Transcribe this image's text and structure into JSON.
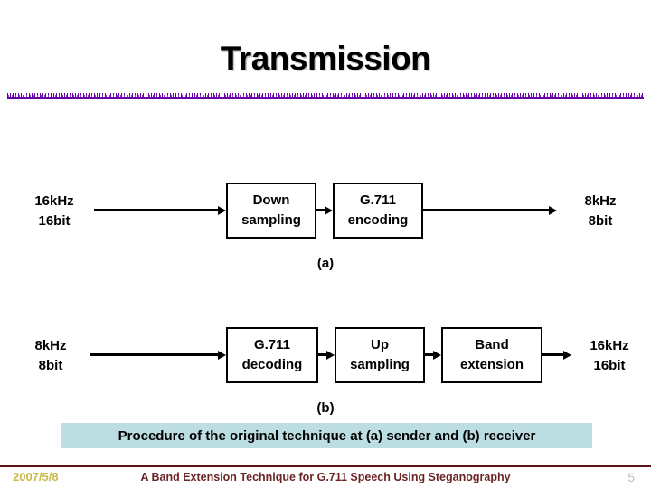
{
  "slide": {
    "title": "Transmission",
    "page_number": "5"
  },
  "colors": {
    "divider": "#6600AA",
    "caption_background": "#BCDDE2",
    "footer_rule": "#5B1111",
    "footer_date": "#C8B84A",
    "footer_title": "#6B2424",
    "page_number": "#BFBFBF",
    "box_border": "#000000"
  },
  "diagram_a": {
    "id": "a",
    "subcaption": "(a)",
    "input": {
      "line1": "16kHz",
      "line2": "16bit"
    },
    "boxes": [
      {
        "line1": "Down",
        "line2": "sampling"
      },
      {
        "line1": "G.711",
        "line2": "encoding"
      }
    ],
    "output": {
      "line1": "8kHz",
      "line2": "8bit"
    }
  },
  "diagram_b": {
    "id": "b",
    "subcaption": "(b)",
    "input": {
      "line1": "8kHz",
      "line2": "8bit"
    },
    "boxes": [
      {
        "line1": "G.711",
        "line2": "decoding"
      },
      {
        "line1": "Up",
        "line2": "sampling"
      },
      {
        "line1": "Band",
        "line2": "extension"
      }
    ],
    "output": {
      "line1": "16kHz",
      "line2": "16bit"
    }
  },
  "caption": {
    "text": "Procedure of the original technique at (a) sender and (b) receiver"
  },
  "footer": {
    "date": "2007/5/8",
    "title": "A Band Extension Technique for G.711 Speech Using Steganography",
    "page_number": "5"
  }
}
